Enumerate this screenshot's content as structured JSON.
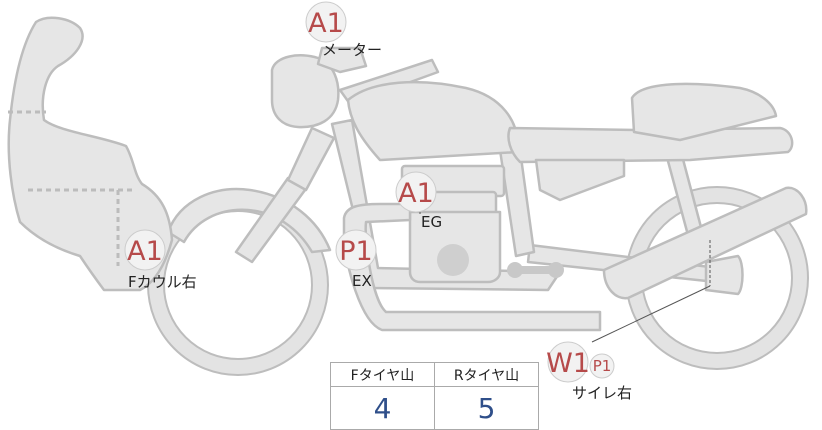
{
  "markers": {
    "meter": {
      "code": "A1",
      "label": "メーター"
    },
    "engine": {
      "code": "A1",
      "label": "EG"
    },
    "cowl": {
      "code": "A1",
      "label": "Fカウル右"
    },
    "exhaust": {
      "code": "P1",
      "label": "EX"
    },
    "silencer": {
      "code": "W1",
      "sub_code": "P1",
      "label": "サイレ右"
    }
  },
  "tread_table": {
    "headers": [
      "Fタイヤ山",
      "Rタイヤ山"
    ],
    "values": [
      "4",
      "5"
    ]
  },
  "colors": {
    "part_fill": "#e6e6e6",
    "outline": "#bdbdbd",
    "code_text": "#b64a4a",
    "value_text": "#2f4f8a"
  }
}
